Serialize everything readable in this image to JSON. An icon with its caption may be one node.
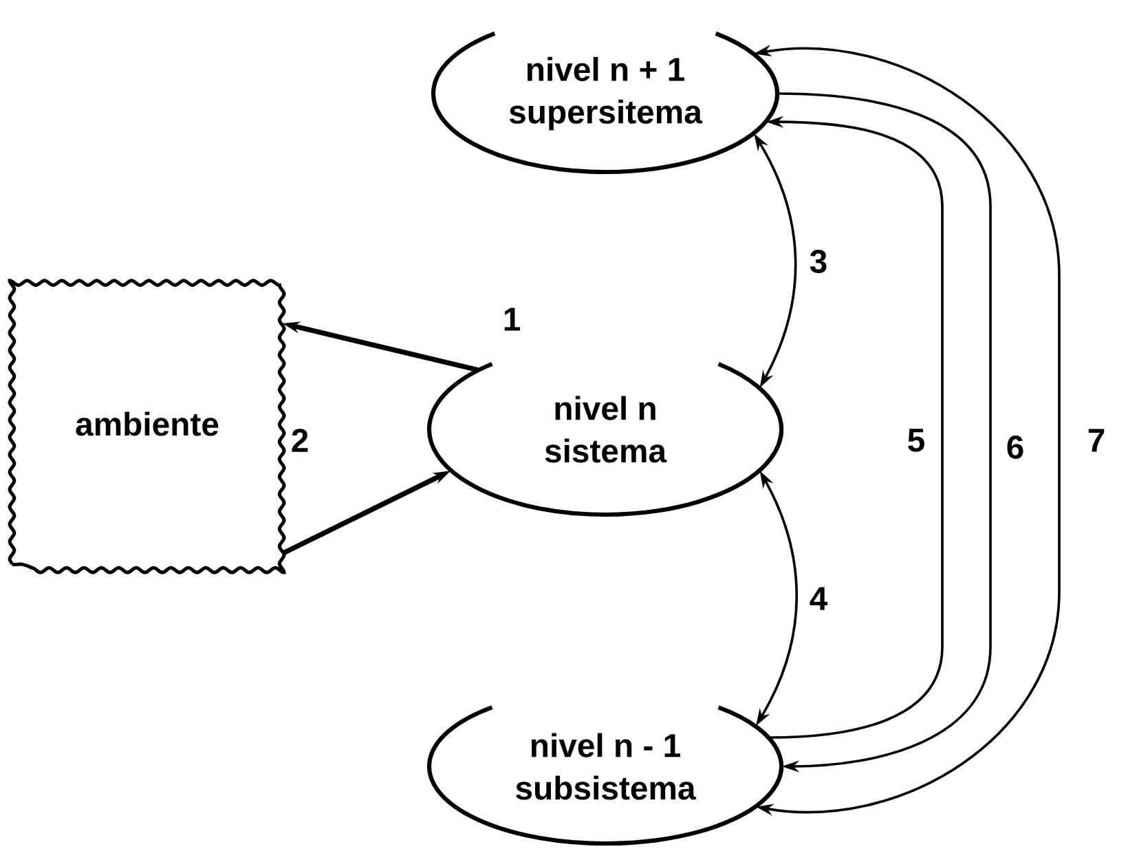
{
  "diagram": {
    "nodes": [
      {
        "text": [
          "nivel n + 1",
          "supersitema"
        ]
      },
      {
        "text": [
          "ambiente"
        ]
      },
      {
        "text": [
          "nivel n",
          "sistema"
        ]
      },
      {
        "text": [
          "nivel n - 1",
          "subsistema"
        ]
      }
    ],
    "edges": [
      {
        "from": 2,
        "to": 1,
        "arrow": "to",
        "label": "1",
        "style": "thick"
      },
      {
        "from": 1,
        "to": 2,
        "arrow": "to",
        "label": "2",
        "style": "thick"
      },
      {
        "from": 0,
        "to": 2,
        "arrow": "both",
        "label": "3"
      },
      {
        "from": 2,
        "to": 3,
        "arrow": "both",
        "label": "4"
      },
      {
        "from": 3,
        "to": 0,
        "arrow": "to",
        "label": "5"
      },
      {
        "from": 0,
        "to": 3,
        "arrow": "to",
        "label": "6"
      },
      {
        "from": 0,
        "to": 3,
        "arrow": "both",
        "label": "7"
      }
    ]
  }
}
